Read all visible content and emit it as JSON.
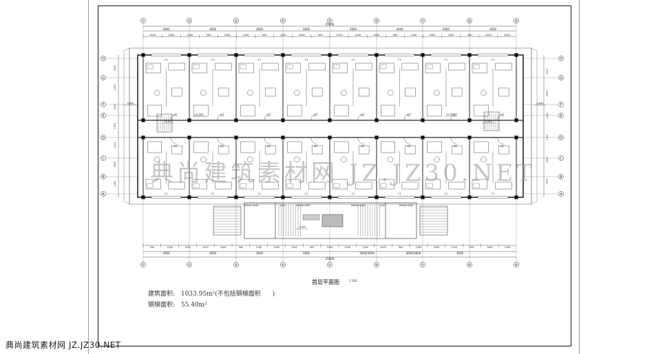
{
  "drawing": {
    "title": "首层平面图",
    "scale": "1:100",
    "building_area_label": "建筑面积:",
    "building_area_value": "1033.95m²",
    "building_area_note": "(不包括钢梯面积",
    "building_area_close": ")",
    "stair_area_label": "钢梯面积:",
    "stair_area_value": "55.40m²"
  },
  "axes": {
    "top": [
      "①",
      "②",
      "③",
      "④",
      "⑤",
      "⑥",
      "⑦",
      "⑧",
      "⑨"
    ],
    "bottom": [
      "①",
      "②",
      "③",
      "④",
      "⑤",
      "⑥",
      "⑦",
      "⑧",
      "⑨"
    ],
    "left": [
      "H",
      "G",
      "F",
      "E",
      "D",
      "C",
      "B",
      "A"
    ],
    "right": [
      "H",
      "G",
      "F",
      "E",
      "D",
      "C",
      "B",
      "A"
    ]
  },
  "dimensions": {
    "top_total": "25800",
    "top_bays": [
      "3600",
      "3600",
      "3600",
      "3600",
      "3600",
      "3600",
      "3600",
      "3600"
    ],
    "top_sub": [
      "1500",
      "1200",
      "1200",
      "900",
      "1500",
      "1200",
      "900",
      "1200",
      "1500",
      "900",
      "1200",
      "1200",
      "1500",
      "900",
      "1200",
      "1500",
      "1200",
      "900",
      "1200",
      "1500"
    ],
    "bottom_total": "25800",
    "bottom_bays": [
      "3600",
      "3600",
      "3600",
      "3600",
      "3600/3600",
      "3600/3600",
      "3600"
    ],
    "bottom_sub": [
      "900",
      "1500",
      "1200",
      "1200",
      "1500",
      "900",
      "1200",
      "1500",
      "1200",
      "900",
      "1500",
      "1200",
      "1200",
      "1500",
      "900",
      "1200",
      "1500",
      "1200",
      "900",
      "1500",
      "1200"
    ],
    "stair_dims": [
      "260x8=2080",
      "1100",
      "260x8=2080",
      "260x8=2080",
      "1100",
      "260x8=2080"
    ],
    "elev_labels": [
      "-0.600",
      "-0.300",
      "±0.000",
      "-0.600",
      "-0.300",
      "±0.000",
      "-0.300"
    ],
    "left_side": [
      "1500",
      "1500",
      "2500",
      "1300",
      "1200",
      "2500",
      "1500"
    ],
    "right_side": [
      "1500",
      "2500",
      "1200",
      "1300",
      "2500",
      "1500"
    ],
    "room_labels": [
      "C1",
      "C1",
      "C1",
      "C1",
      "C1",
      "C1",
      "C1",
      "C1",
      "C1",
      "C1",
      "C1",
      "C1",
      "M1",
      "M1",
      "M1",
      "M1",
      "M2",
      "M2",
      "M2",
      "M2"
    ]
  },
  "watermark": {
    "center": "典尚建筑素材网 JZ.JZ30.NET",
    "bottom": "典尚建筑素材网 JZ.JZ30.NET"
  }
}
